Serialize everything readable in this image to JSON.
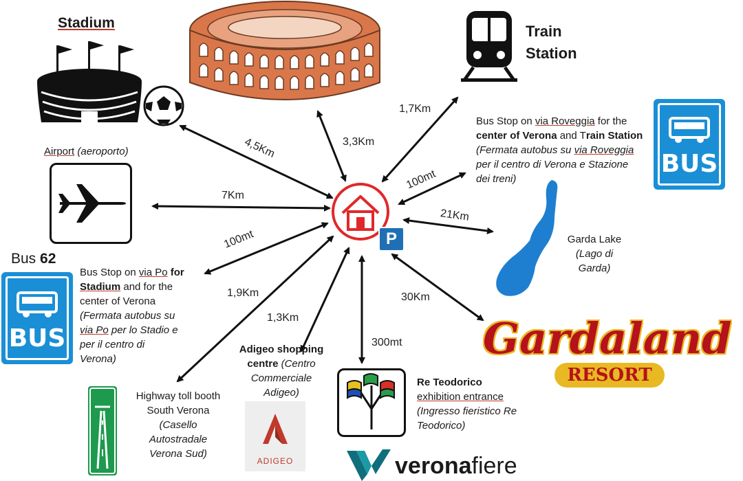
{
  "places": {
    "stadium": {
      "title": "Stadium"
    },
    "train": {
      "title_line1": "Train",
      "title_line2": "Station"
    },
    "airport": {
      "name": "Airport",
      "name_it": "(aeroporto)"
    },
    "bus62": {
      "prefix": "Bus ",
      "number": "62",
      "sign_text": "BUS"
    },
    "bus_roveggia": {
      "line1_a": "Bus Stop on ",
      "line1_link": "via Roveggia",
      "line1_b": " for the",
      "line2_a": "center of Verona",
      "line2_b": " and T",
      "line2_c": "rain Station",
      "line3": "(Fermata autobus su ",
      "line3_link": "via Roveggia",
      "line4": "per il centro di Verona e Stazione",
      "line5": "dei treni)",
      "sign_text": "BUS"
    },
    "bus_po": {
      "line1_a": "Bus Stop on ",
      "line1_link": "via Po",
      "line1_b": " for",
      "line2_a": "Stadium",
      "line2_b": " and for the",
      "line3": "center of Verona",
      "line4": "(Fermata autobus su",
      "line5_link": "via Po",
      "line5_b": " per lo Stadio e",
      "line6": "per il centro di",
      "line7": "Verona)"
    },
    "garda": {
      "name": "Garda Lake",
      "name_it": "(Lago di Garda)"
    },
    "gardaland": {
      "brand": "Gardaland",
      "sub": "RESORT"
    },
    "highway": {
      "line1": "Highway toll booth",
      "line2": "South Verona",
      "line3": "(Casello",
      "line4": "Autostradale",
      "line5": "Verona Sud)"
    },
    "adigeo": {
      "line1": "Adigeo shopping",
      "line2": "centre",
      "line2_it": " (Centro",
      "line3": "Commerciale",
      "line4": "Adigeo)",
      "logo_text": "ADIGEO"
    },
    "teodorico": {
      "line1": "Re Teodorico",
      "line2": "exhibition entrance",
      "line3": "(Ingresso fieristico Re",
      "line4": "Teodorico)"
    },
    "veronafiere": {
      "brand_a": "verona",
      "brand_b": "fiere"
    },
    "parking": {
      "label": "P"
    }
  },
  "distances": {
    "stadium": "4,5Km",
    "arena": "3,3Km",
    "train": "1,7Km",
    "bus_roveggia": "100mt",
    "airport": "7Km",
    "garda": "21Km",
    "bus_po": "100mt",
    "highway": "1,9Km",
    "adigeo": "1,3Km",
    "teodorico": "300mt",
    "gardaland": "30Km"
  },
  "colors": {
    "home_ring": "#e0282a",
    "parking": "#1f6fb5",
    "bus_blue": "#1a8fd6",
    "arena": "#d9774a",
    "gardaland_red": "#b5121b",
    "gardaland_gold": "#e8b923",
    "lake": "#1e7fd0",
    "highway_green": "#1d9a4d",
    "adigeo_red": "#c0392b",
    "fiere_teal": "#0f6f7a"
  }
}
